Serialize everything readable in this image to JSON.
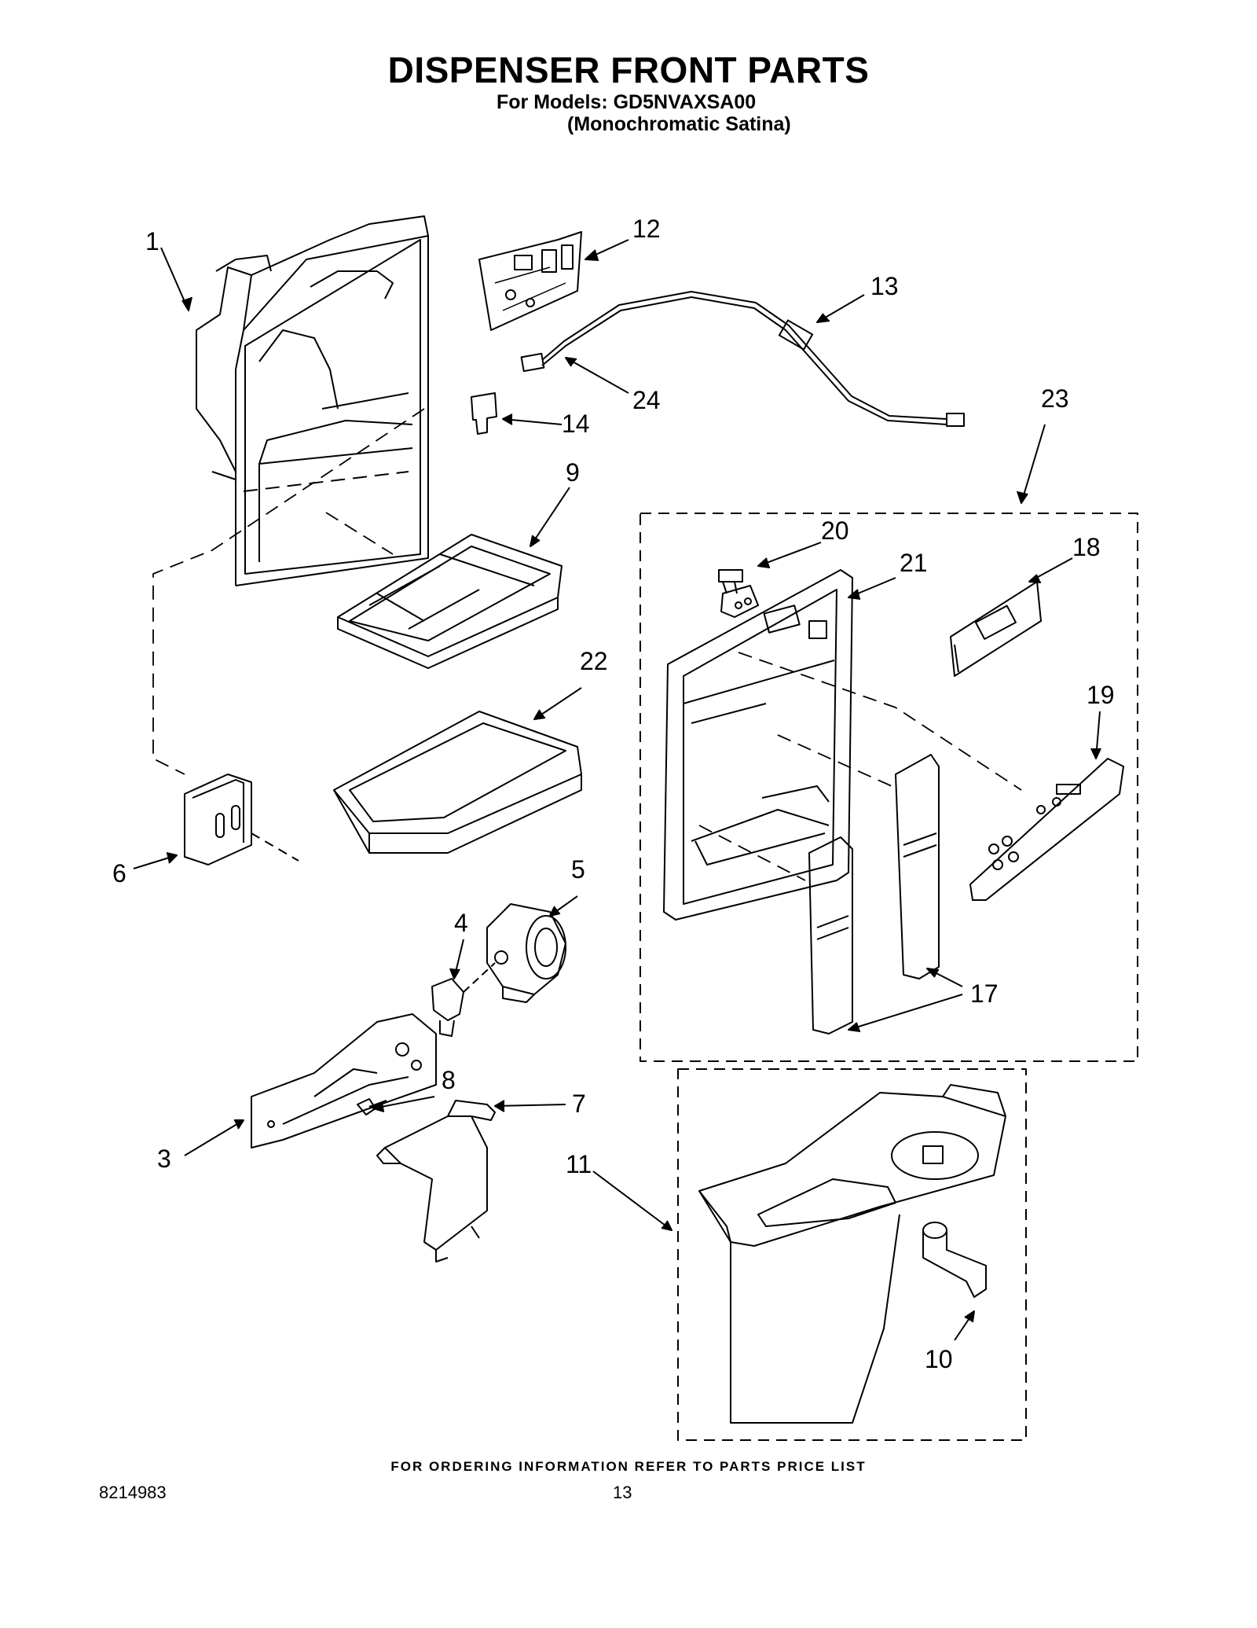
{
  "header": {
    "title": "DISPENSER FRONT PARTS",
    "models_line": "For Models: GD5NVAXSA00",
    "finish_line": "(Monochromatic Satina)"
  },
  "callouts": [
    "1",
    "12",
    "13",
    "24",
    "14",
    "23",
    "9",
    "20",
    "21",
    "18",
    "22",
    "19",
    "6",
    "5",
    "4",
    "17",
    "8",
    "7",
    "3",
    "11",
    "10"
  ],
  "footer": {
    "ordering_note": "FOR ORDERING INFORMATION REFER TO PARTS PRICE LIST",
    "doc_number": "8214983",
    "page_number": "13"
  }
}
